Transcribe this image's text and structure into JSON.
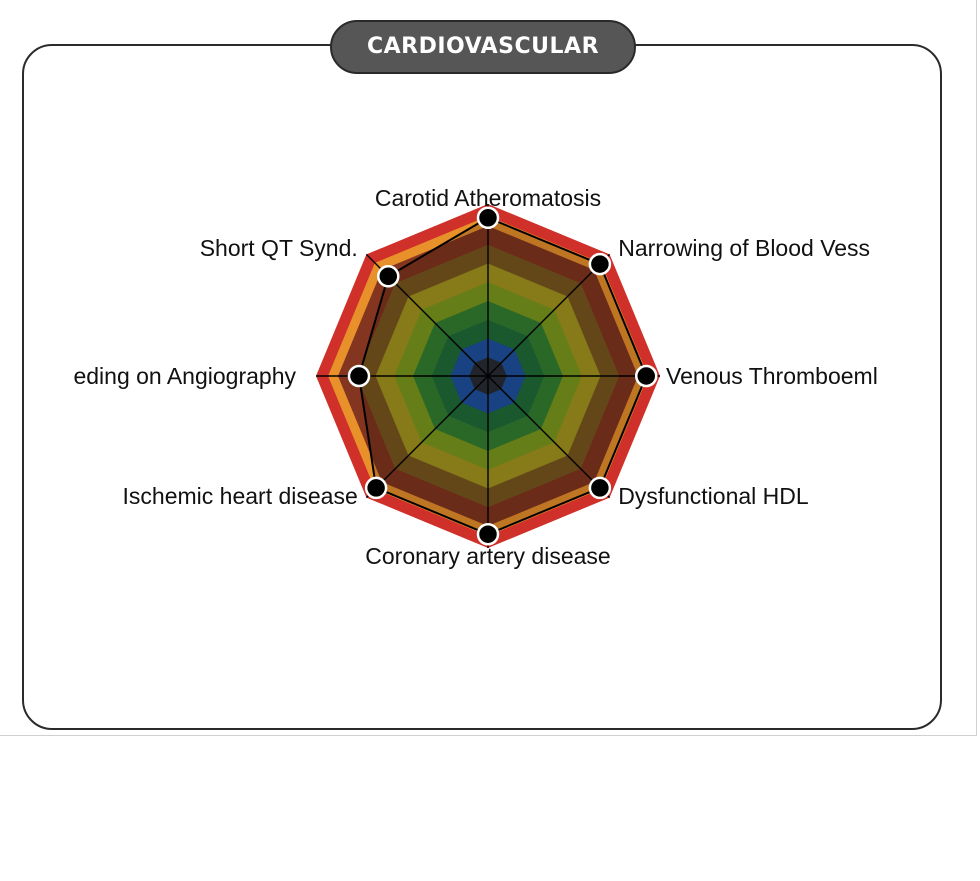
{
  "panel": {
    "title": "CARDIOVASCULAR"
  },
  "chart_data": {
    "type": "radar",
    "title": "CARDIOVASCULAR",
    "axes": [
      "Carotid Atheromatosis",
      "Narrowing of Blood Vess",
      "Venous Thromboeml",
      "Dysfunctional HDL",
      "Coronary artery disease",
      "Ischemic heart disease",
      "eding on Angiography",
      "Short QT Synd."
    ],
    "bands": {
      "count": 8,
      "colors": [
        "#2a2a2a",
        "#1f4fa8",
        "#1e6b3a",
        "#2e7d32",
        "#7a9a1e",
        "#a89a1e",
        "#7a5a1e",
        "#7a2e1e"
      ],
      "outer_ring_colors": [
        "#e8902a",
        "#d0302a"
      ]
    },
    "series": [
      {
        "values": [
          0.92,
          0.92,
          0.92,
          0.92,
          0.92,
          0.92,
          0.75,
          0.82
        ],
        "color": "#000000",
        "marker_fill": "#000000",
        "marker_stroke": "#ffffff"
      }
    ],
    "range": [
      0,
      1
    ],
    "grid": true
  }
}
